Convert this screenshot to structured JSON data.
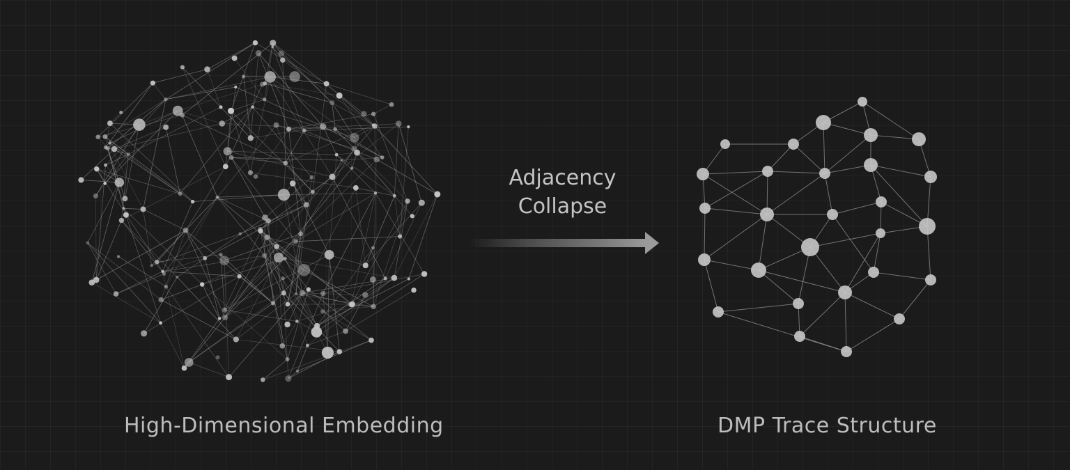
{
  "diagram": {
    "left_panel": {
      "caption": "High-Dimensional Embedding"
    },
    "transition": {
      "label_line1": "Adjacency",
      "label_line2": "Collapse"
    },
    "right_panel": {
      "caption": "DMP Trace Structure"
    }
  },
  "colors": {
    "background": "#1b1b1b",
    "node": "#c8c8c8",
    "edge": "#9a9a9a",
    "text": "#bdbdbd",
    "arrow": "#8a8a8a"
  }
}
